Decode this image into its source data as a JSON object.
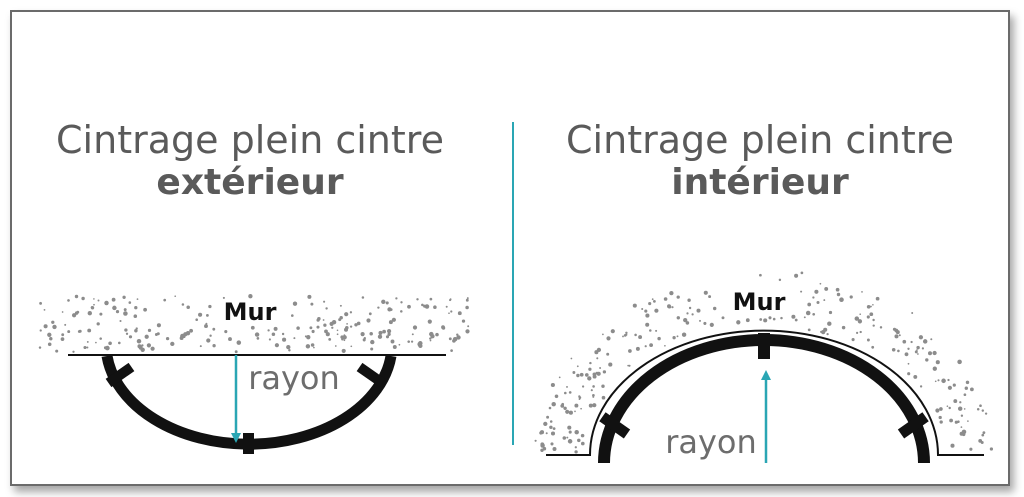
{
  "left_panel": {
    "title_line1": "Cintrage plein cintre",
    "title_line2": "extérieur",
    "wall_label": "Mur",
    "radius_label": "rayon"
  },
  "right_panel": {
    "title_line1": "Cintrage plein cintre",
    "title_line2": "intérieur",
    "wall_label": "Mur",
    "radius_label": "rayon"
  },
  "colors": {
    "accent": "#2aa6b4",
    "text": "#5a5a5a",
    "stroke": "#111111",
    "dots": "#8c8c8c"
  }
}
